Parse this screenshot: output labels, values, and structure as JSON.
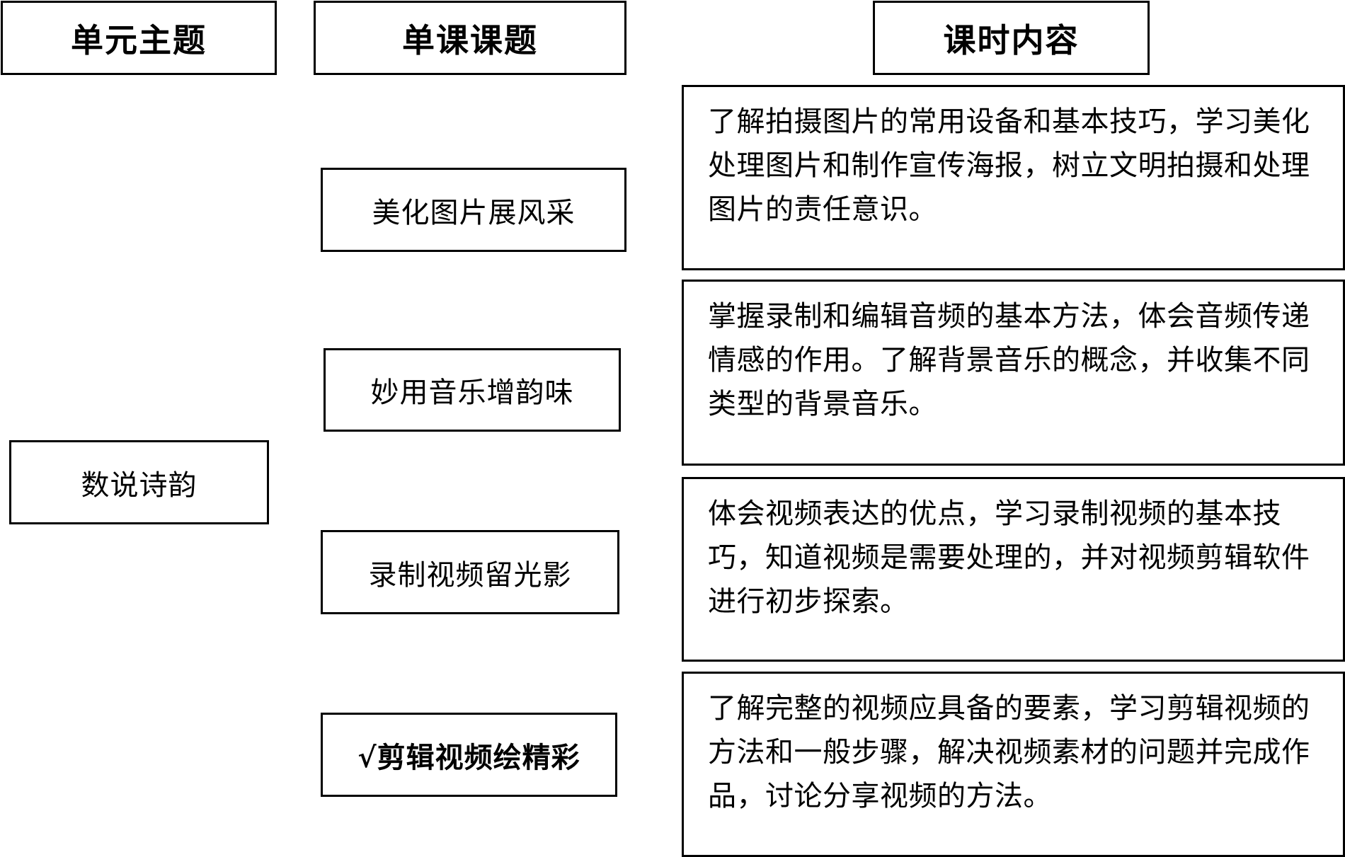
{
  "headers": {
    "unit_theme": "单元主题",
    "lesson_title": "单课课题",
    "lesson_content": "课时内容"
  },
  "unit": {
    "name": "数说诗韵"
  },
  "lessons": [
    {
      "title": "美化图片展风采",
      "content": "了解拍摄图片的常用设备和基本技巧，学习美化处理图片和制作宣传海报，树立文明拍摄和处理图片的责任意识。"
    },
    {
      "title": "妙用音乐增韵味",
      "content": "掌握录制和编辑音频的基本方法，体会音频传递情感的作用。了解背景音乐的概念，并收集不同类型的背景音乐。"
    },
    {
      "title": "录制视频留光影",
      "content": "体会视频表达的优点，学习录制视频的基本技巧，知道视频是需要处理的，并对视频剪辑软件进行初步探索。"
    },
    {
      "title": "√剪辑视频绘精彩",
      "content": "了解完整的视频应具备的要素，学习剪辑视频的方法和一般步骤，解决视频素材的问题并完成作品，讨论分享视频的方法。"
    }
  ],
  "colors": {
    "border": "#000000",
    "background": "#ffffff",
    "text": "#000000"
  }
}
